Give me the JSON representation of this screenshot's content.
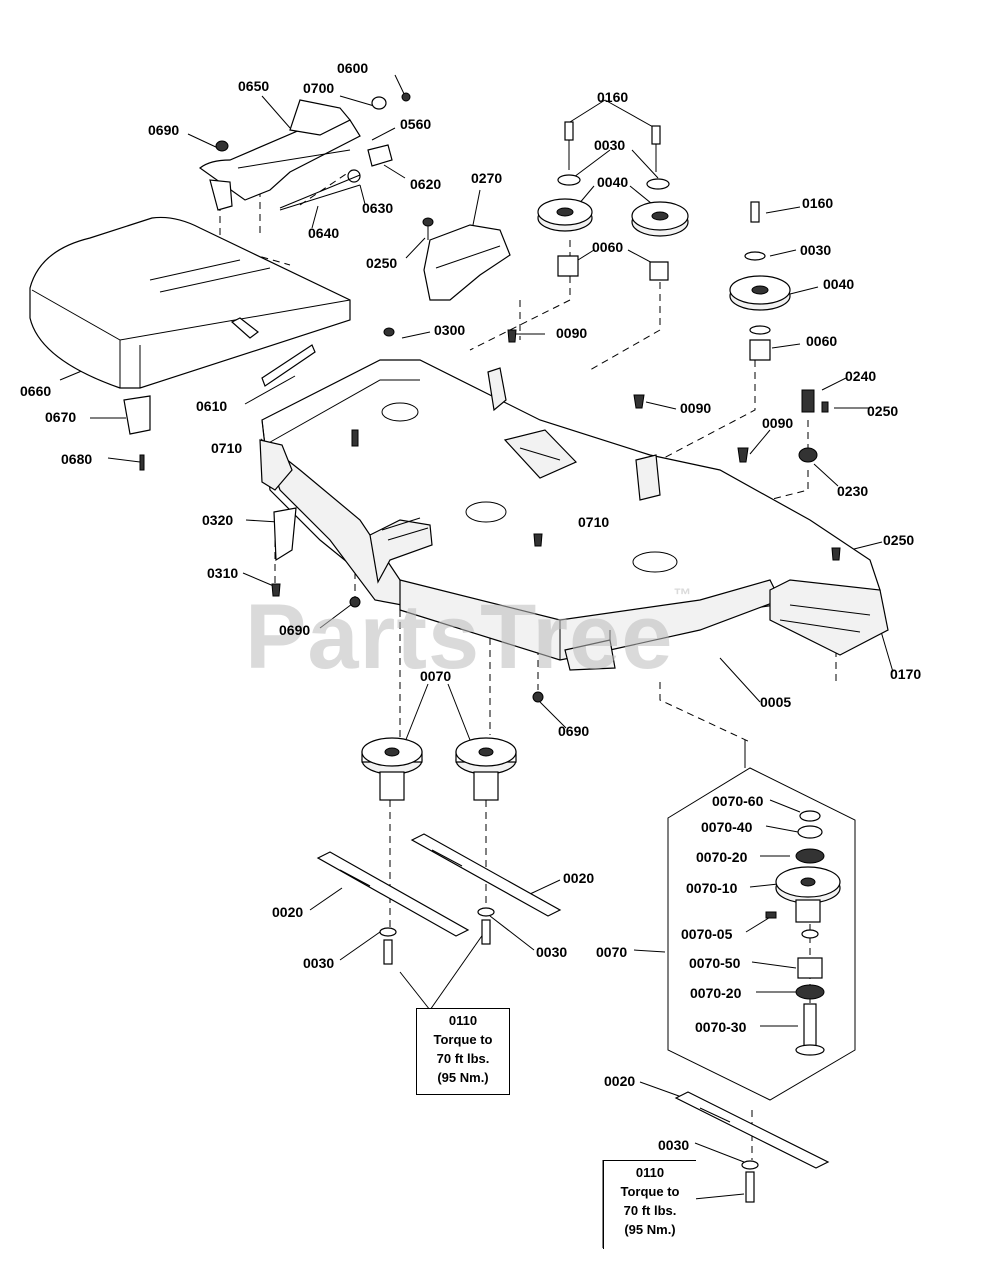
{
  "watermark": {
    "text": "PartsTree",
    "mark": "™"
  },
  "callouts": {
    "c0600": "0600",
    "c0650": "0650",
    "c0700": "0700",
    "c0560": "0560",
    "c0690a": "0690",
    "c0620": "0620",
    "c0630": "0630",
    "c0640": "0640",
    "c0270": "0270",
    "c0250a": "0250",
    "c0660": "0660",
    "c0670": "0670",
    "c0680": "0680",
    "c0610": "0610",
    "c0300": "0300",
    "c0090a": "0090",
    "c0710a": "0710",
    "c0160a": "0160",
    "c0030a": "0030",
    "c0040a": "0040",
    "c0060a": "0060",
    "c0160b": "0160",
    "c0030b": "0030",
    "c0040b": "0040",
    "c0060b": "0060",
    "c0240": "0240",
    "c0250b": "0250",
    "c0090b": "0090",
    "c0090c": "0090",
    "c0230": "0230",
    "c0320": "0320",
    "c0310": "0310",
    "c0690b": "0690",
    "c0710b": "0710",
    "c0250c": "0250",
    "c0170": "0170",
    "c0005": "0005",
    "c0070a": "0070",
    "c0690c": "0690",
    "c0020a": "0020",
    "c0020b": "0020",
    "c0030c": "0030",
    "c0030d": "0030",
    "c0070-60": "0070-60",
    "c0070-40": "0070-40",
    "c0070-20a": "0070-20",
    "c0070-10": "0070-10",
    "c0070-05": "0070-05",
    "c0070b": "0070",
    "c0070-50": "0070-50",
    "c0070-20b": "0070-20",
    "c0070-30": "0070-30",
    "c0020c": "0020",
    "c0030e": "0030"
  },
  "notes": {
    "left": {
      "part": "0110",
      "line1": "Torque to",
      "line2": "70 ft lbs.",
      "line3": "(95 Nm.)"
    },
    "right": {
      "part": "0110",
      "line1": "Torque to",
      "line2": "70 ft lbs.",
      "line3": "(95 Nm.)"
    }
  }
}
